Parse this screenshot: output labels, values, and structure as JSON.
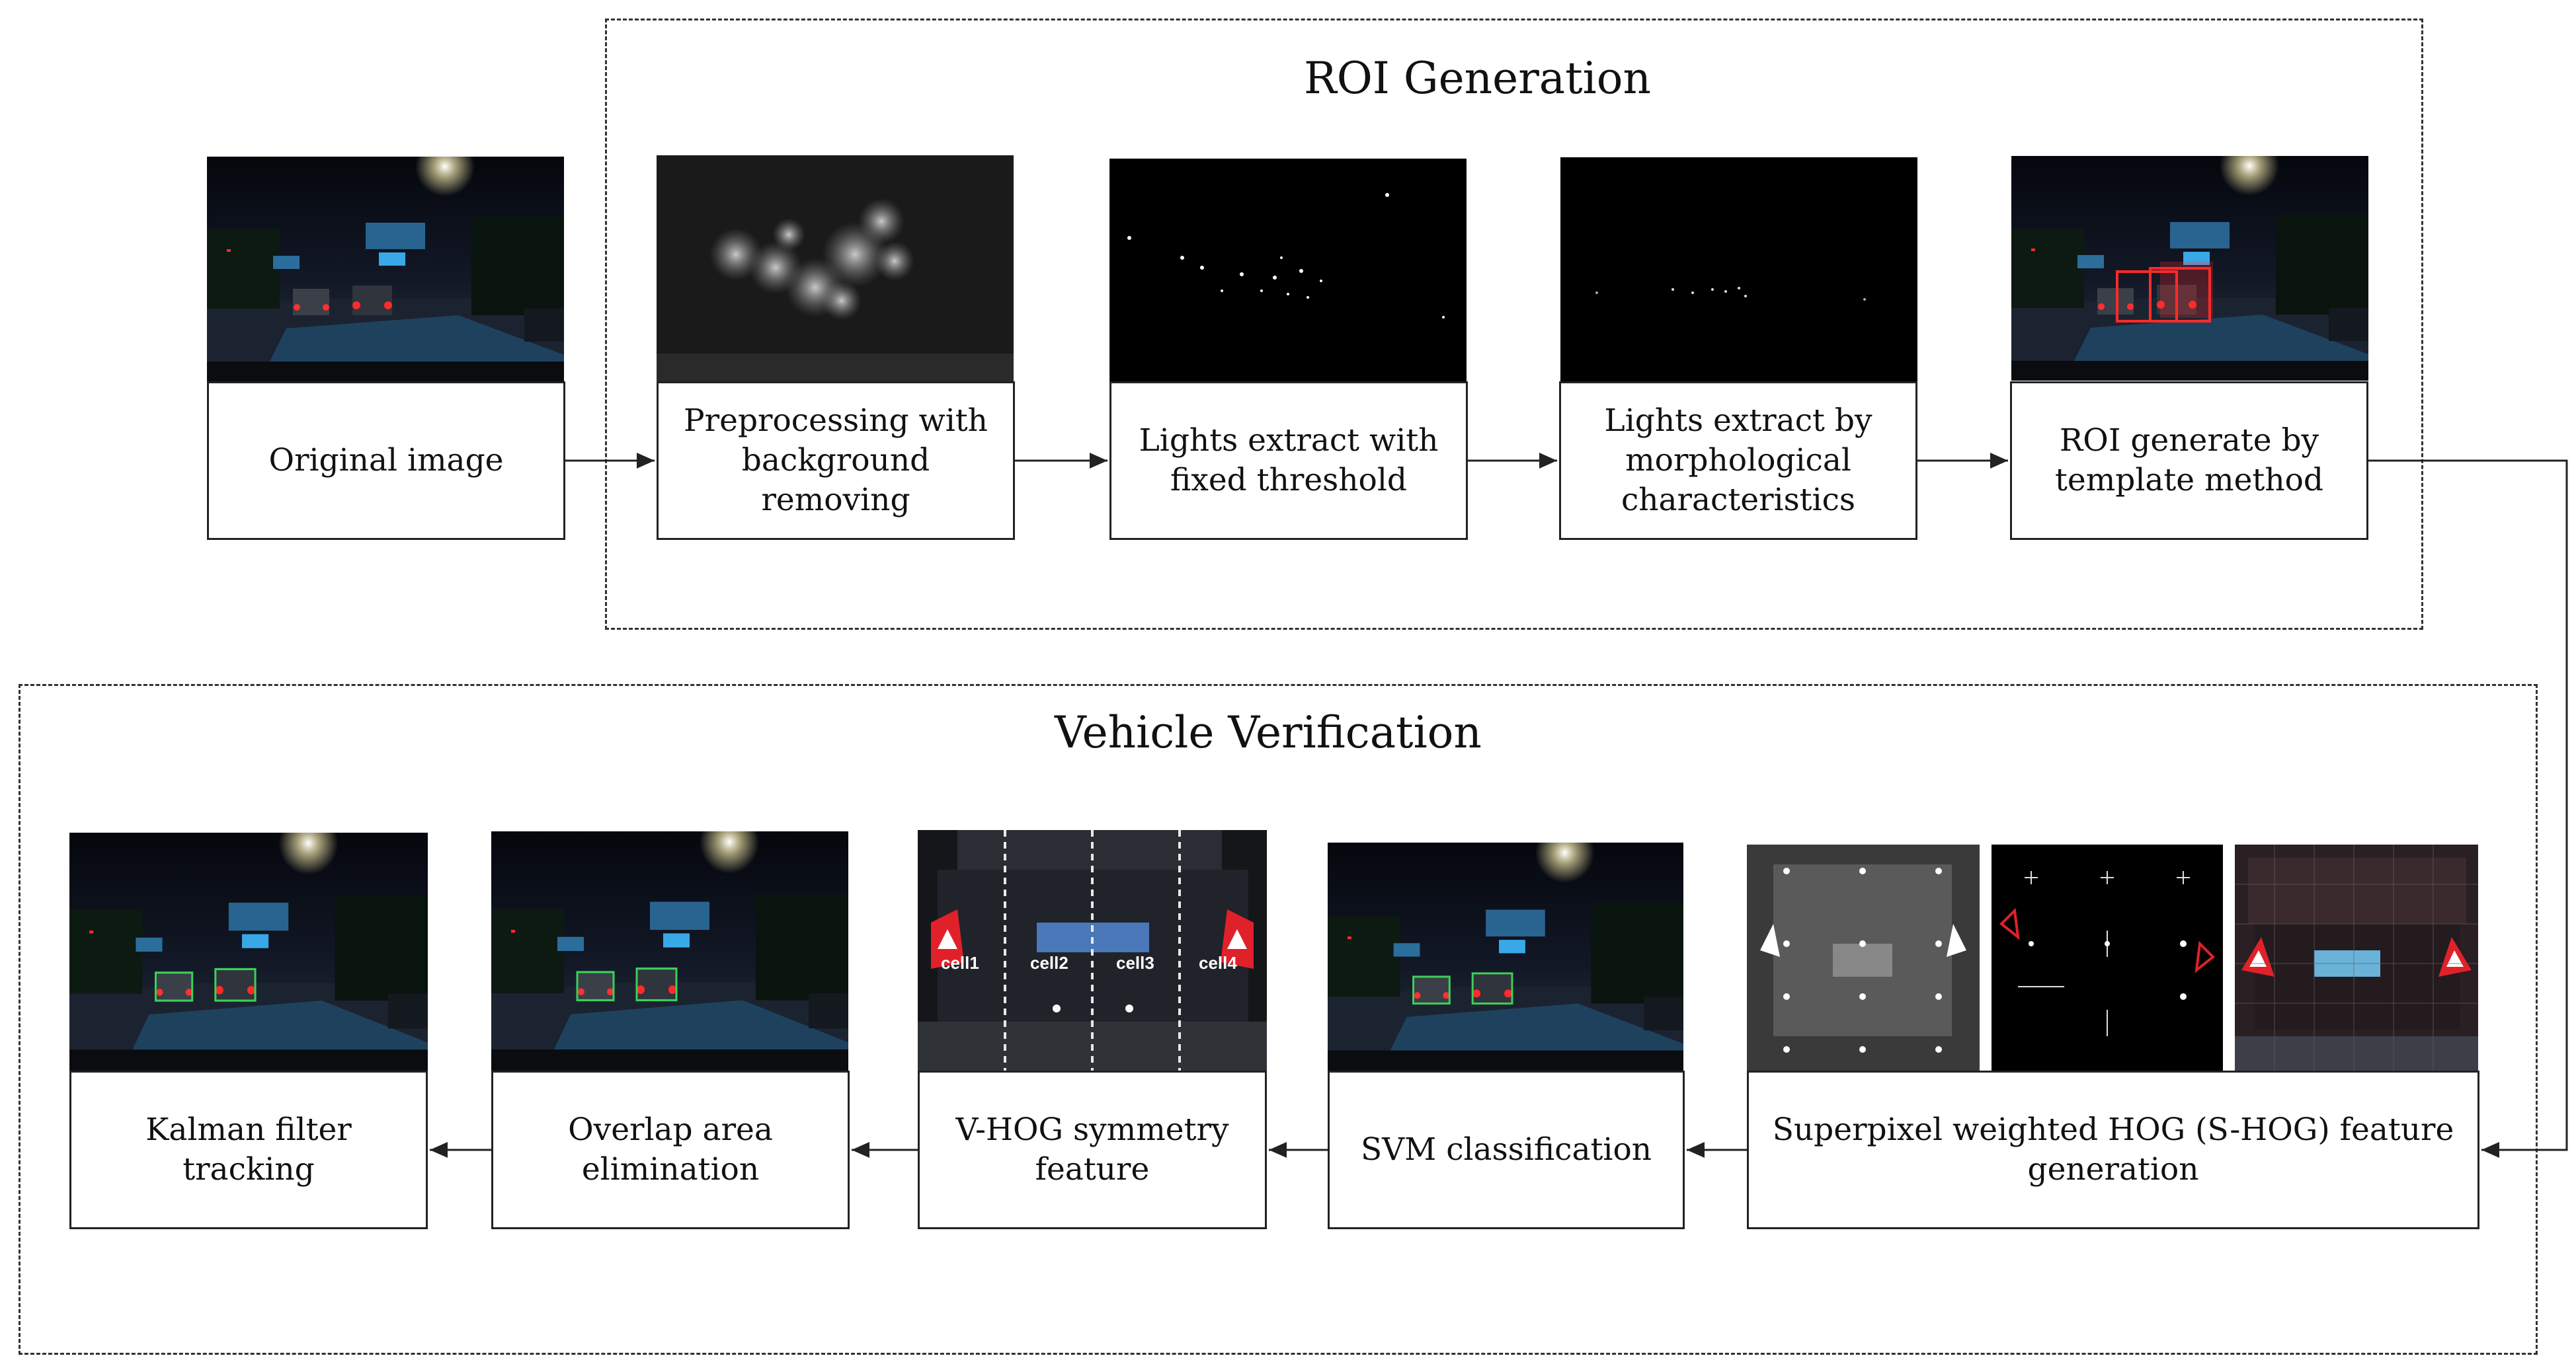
{
  "groups": {
    "roi_generation": "ROI Generation",
    "vehicle_verification": "Vehicle Verification"
  },
  "steps": {
    "original": "Original image",
    "preprocessing": "Preprocessing with background removing",
    "lights_threshold": "Lights extract with fixed threshold",
    "lights_morph": "Lights extract by morphological characteristics",
    "roi_template": "ROI generate by template method",
    "shog": "Superpixel weighted HOG (S-HOG) feature generation",
    "svm": "SVM classification",
    "vhog": "V-HOG symmetry feature",
    "overlap": "Overlap area elimination",
    "kalman": "Kalman filter tracking"
  },
  "vhog_cells": [
    "cell1",
    "cell2",
    "cell3",
    "cell4"
  ],
  "colors": {
    "line": "#222222",
    "dash": "#333333",
    "night_sky": "#0b0f1c",
    "road": "#2a3340",
    "light_blue": "#39a8e8",
    "tail_red": "#e0212a"
  }
}
